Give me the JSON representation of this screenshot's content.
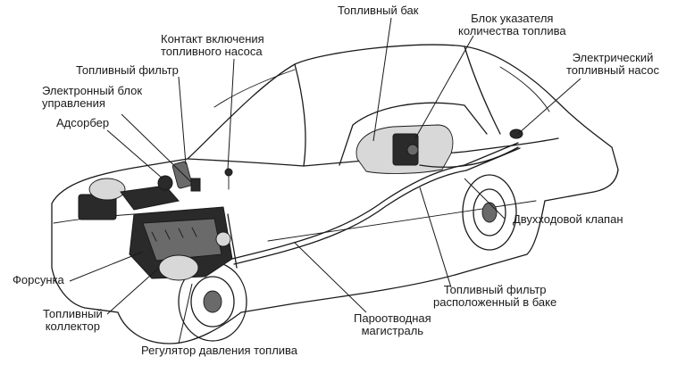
{
  "labels": {
    "fuel_tank": "Топливный бак",
    "gauge_unit": [
      "Блок указателя",
      "количества топлива"
    ],
    "pump_switch": [
      "Контакт включения",
      "топливного насоса"
    ],
    "fuel_filter": "Топливный фильтр",
    "ecu": [
      "Электронный блок",
      "управления"
    ],
    "adsorber": "Адсорбер",
    "electric_pump": [
      "Электрический",
      "топливный насос"
    ],
    "two_way_valve": "Двухходовой клапан",
    "injector": "Форсунка",
    "fuel_rail": [
      "Топливный",
      "коллектор"
    ],
    "tank_filter": [
      "Топливный фильтр",
      "расположенный в баке"
    ],
    "vapor_line": [
      "Пароотводная",
      "магистраль"
    ],
    "pressure_regulator": "Регулятор давления топлива"
  }
}
